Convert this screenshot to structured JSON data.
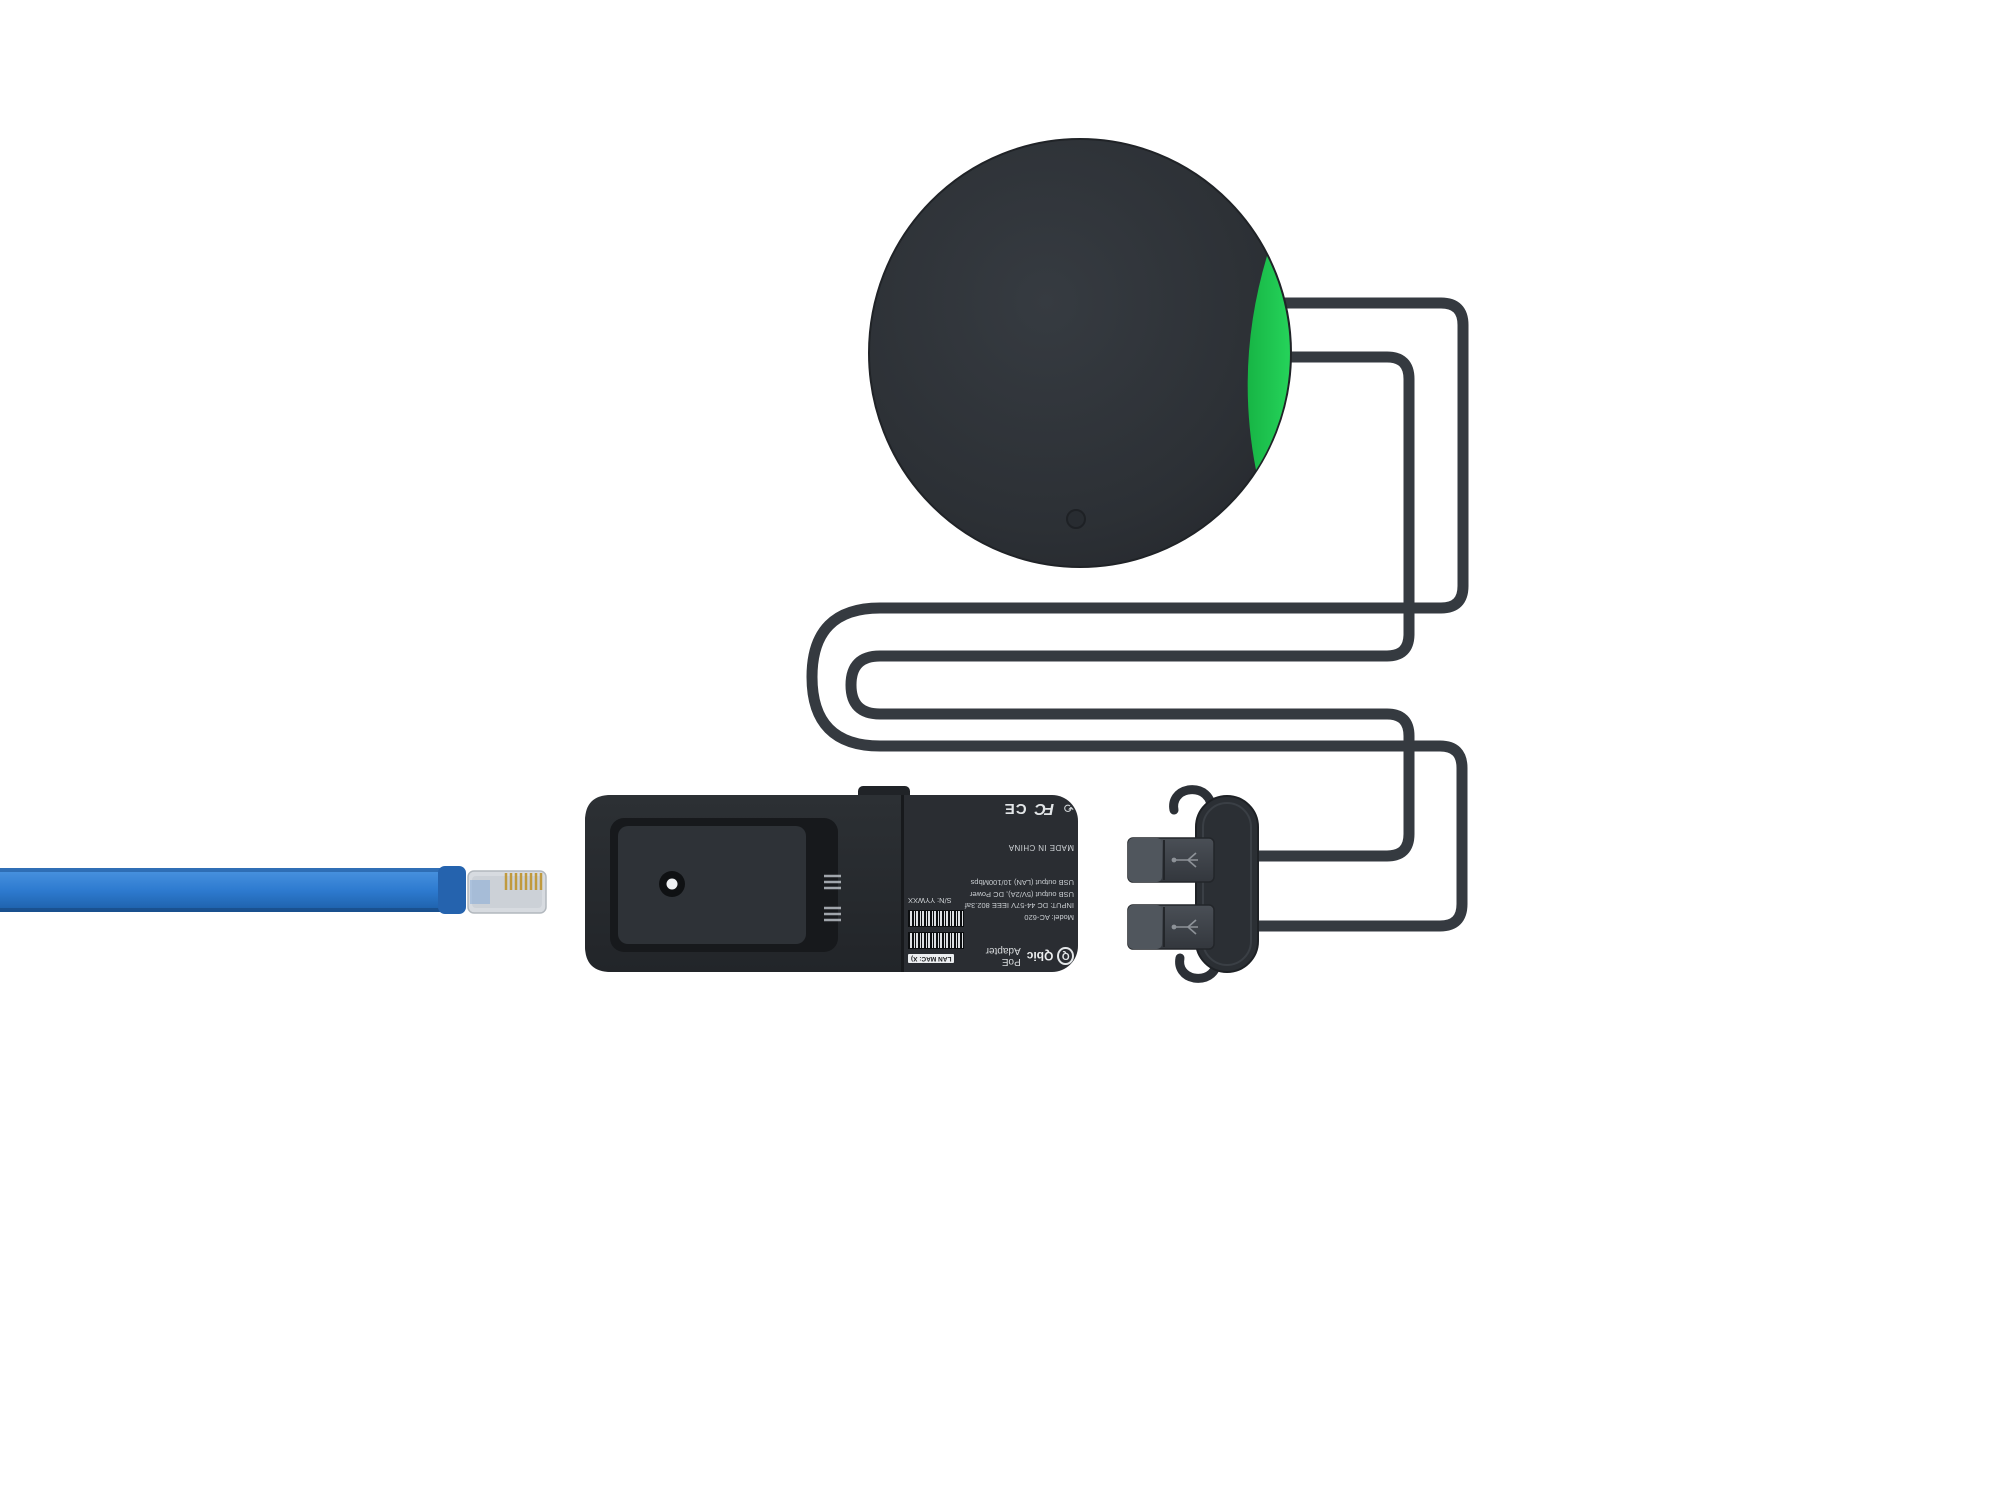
{
  "scene": {
    "background": "#ffffff",
    "description": "Qbic PoE adapter kit: round device with green accent, serpentine cable, dual USB connector cap, PoE adapter brick and blue Ethernet patch cable"
  },
  "device": {
    "body_color": "#2d3136",
    "accent_color": "#1fc44d"
  },
  "cable": {
    "color": "#353a40"
  },
  "ethernet_cable": {
    "color": "#2e7bd0",
    "connector": "RJ45"
  },
  "label": {
    "logo_letter": "Q",
    "brand": "Qbic",
    "product": "PoE Adapter",
    "model": "Model: AC-620",
    "input": "INPUT: DC 44-57V IEEE 802.3af",
    "usb_power": "USB output (5V/2A), DC Power",
    "usb_lan": "USB output (LAN)  10/100Mbps",
    "made_in": "MADE IN CHINA",
    "lan_mac": "LAN MAC: X)",
    "serial": "S/N: YYWXX",
    "recycle_glyph": "⟲",
    "fcc": "FC",
    "ce": "CE"
  }
}
